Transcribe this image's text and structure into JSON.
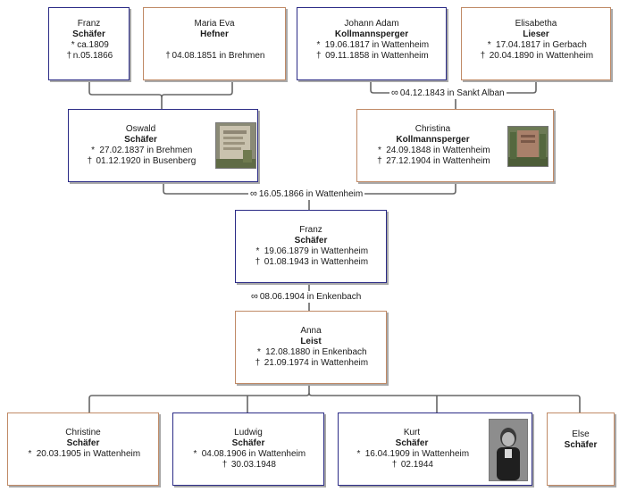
{
  "symbols": {
    "birth": "*",
    "death": "†",
    "marriage": "∞"
  },
  "persons": {
    "franz_sr": {
      "given": "Franz",
      "surname": "Schäfer",
      "birth": "ca.1809",
      "death": "n.05.1866"
    },
    "maria_eva": {
      "given": "Maria Eva",
      "surname": "Hefner",
      "death": "04.08.1851 in Brehmen"
    },
    "johann_adam": {
      "given": "Johann Adam",
      "surname": "Kollmannsperger",
      "birth": "19.06.1817 in Wattenheim",
      "death": "09.11.1858 in Wattenheim"
    },
    "elisabetha": {
      "given": "Elisabetha",
      "surname": "Lieser",
      "birth": "17.04.1817 in Gerbach",
      "death": "20.04.1890 in Wattenheim"
    },
    "oswald": {
      "given": "Oswald",
      "surname": "Schäfer",
      "birth": "27.02.1837 in Brehmen",
      "death": "01.12.1920 in Busenberg"
    },
    "christina": {
      "given": "Christina",
      "surname": "Kollmannsperger",
      "birth": "24.09.1848 in Wattenheim",
      "death": "27.12.1904 in Wattenheim"
    },
    "franz": {
      "given": "Franz",
      "surname": "Schäfer",
      "birth": "19.06.1879 in Wattenheim",
      "death": "01.08.1943 in Wattenheim"
    },
    "anna": {
      "given": "Anna",
      "surname": "Leist",
      "birth": "12.08.1880 in Enkenbach",
      "death": "21.09.1974 in Wattenheim"
    },
    "christine": {
      "given": "Christine",
      "surname": "Schäfer",
      "birth": "20.03.1905 in Wattenheim"
    },
    "ludwig": {
      "given": "Ludwig",
      "surname": "Schäfer",
      "birth": "04.08.1906 in Wattenheim",
      "death": "30.03.1948"
    },
    "kurt": {
      "given": "Kurt",
      "surname": "Schäfer",
      "birth": "16.04.1909 in Wattenheim",
      "death": "02.1944"
    },
    "else": {
      "given": "Else",
      "surname": "Schäfer"
    }
  },
  "marriages": {
    "johann_elisabetha": "04.12.1843 in Sankt Alban",
    "oswald_christina": "16.05.1866 in Wattenheim",
    "franz_anna": "08.06.1904 in Enkenbach"
  },
  "colors": {
    "male_border": "#2b2b86",
    "female_border": "#c08a66",
    "line": "#555555",
    "shadow": "#a9a9a9"
  }
}
